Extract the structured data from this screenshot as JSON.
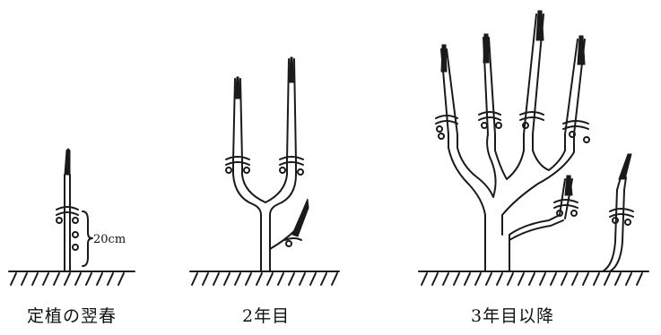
{
  "captions": {
    "stage1": "定植の翌春",
    "stage2": "2年目",
    "stage3": "3年目以降"
  },
  "annotation": {
    "height_label": "20cm"
  }
}
